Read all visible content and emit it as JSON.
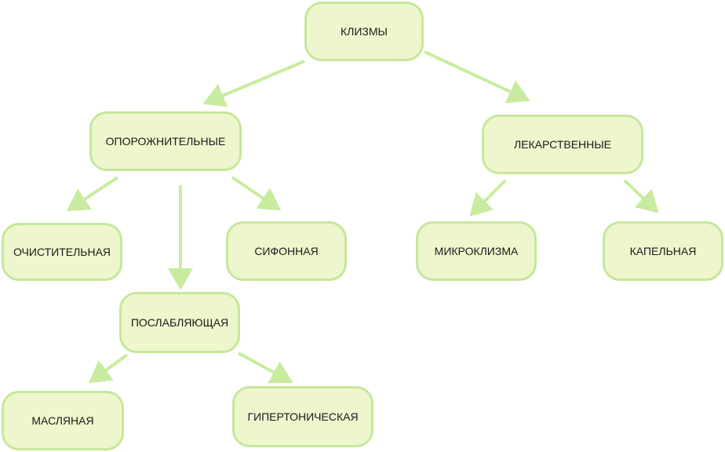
{
  "colors": {
    "fill": "#eef6cd",
    "border": "#c6e79c",
    "arrow": "#c9eba0"
  },
  "nodes": {
    "root": "КЛИЗМЫ",
    "evacuant": "ОПОРОЖНИТЕЛЬНЫЕ",
    "medicinal": "ЛЕКАРСТВЕННЫЕ",
    "cleansing": "ОЧИСТИТЕЛЬНАЯ",
    "siphon": "СИФОННАЯ",
    "laxative": "ПОСЛАБЛЯЮЩАЯ",
    "oil": "МАСЛЯНАЯ",
    "hypertonic": "ГИПЕРТОНИЧЕСКАЯ",
    "microenema": "МИКРОКЛИЗМА",
    "drip": "КАПЕЛЬНАЯ"
  },
  "edges": [
    [
      "root",
      "evacuant"
    ],
    [
      "root",
      "medicinal"
    ],
    [
      "evacuant",
      "cleansing"
    ],
    [
      "evacuant",
      "laxative"
    ],
    [
      "evacuant",
      "siphon"
    ],
    [
      "medicinal",
      "microenema"
    ],
    [
      "medicinal",
      "drip"
    ],
    [
      "laxative",
      "oil"
    ],
    [
      "laxative",
      "hypertonic"
    ]
  ]
}
